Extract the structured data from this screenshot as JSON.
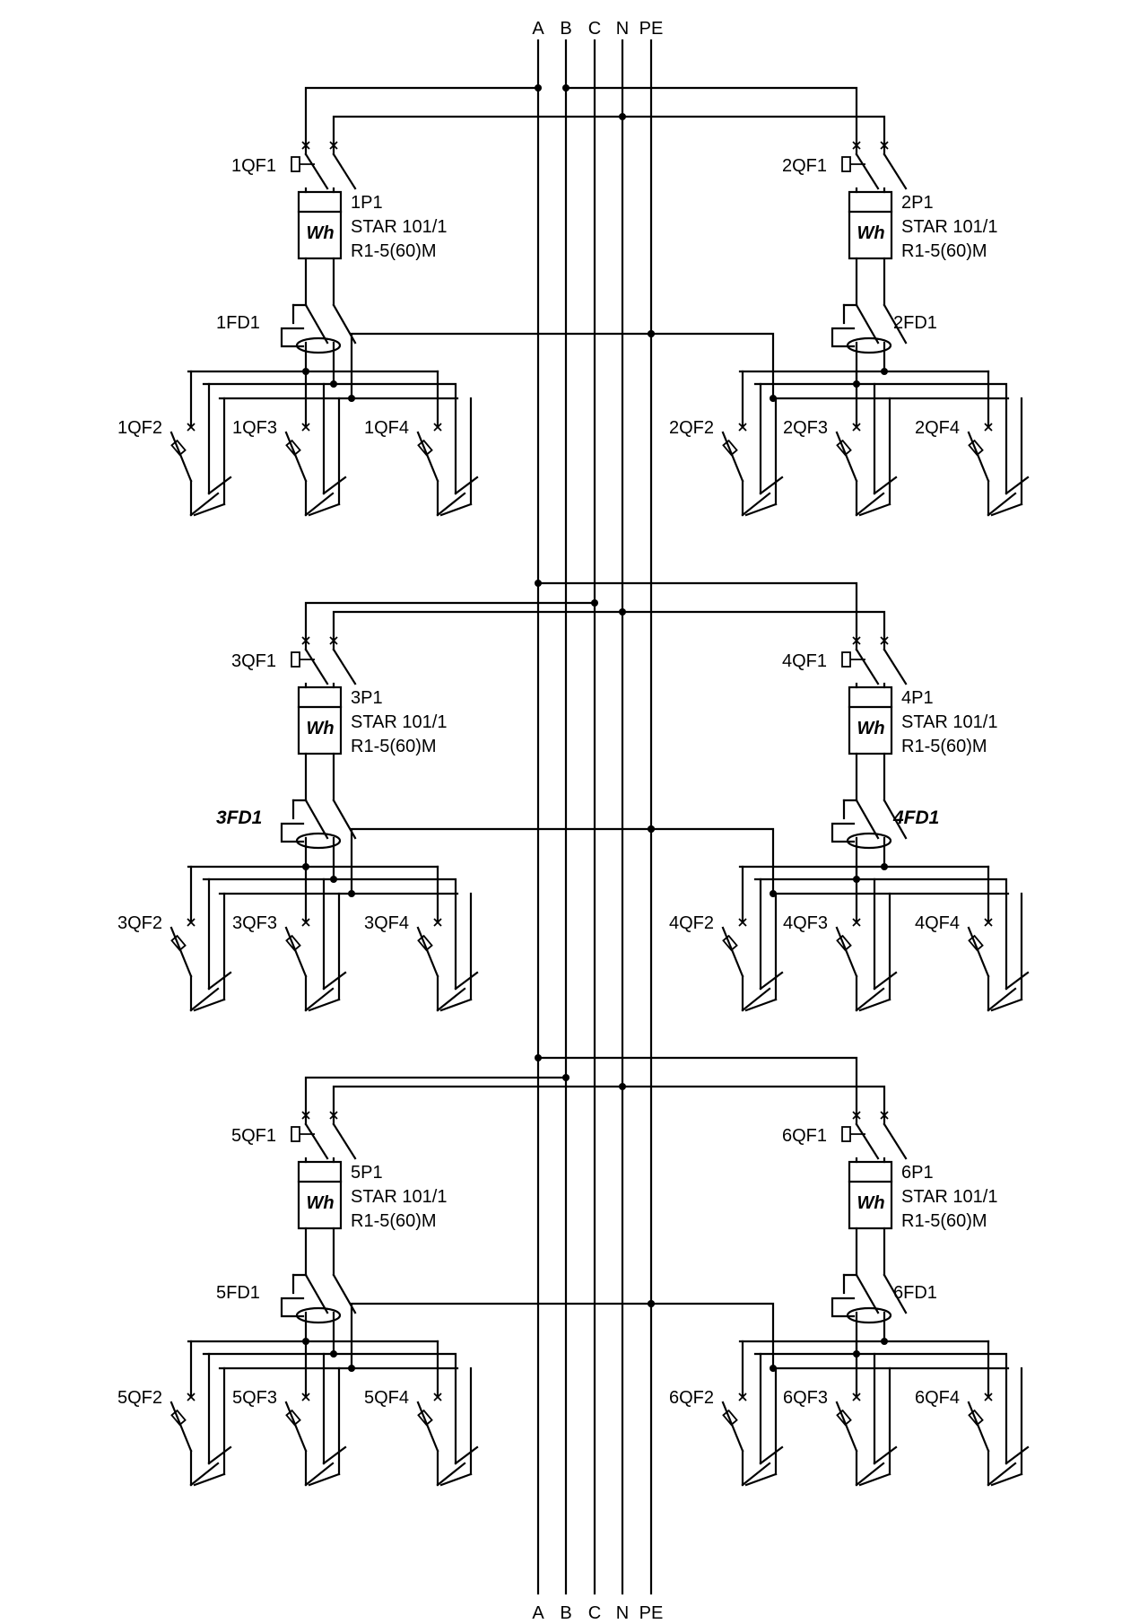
{
  "bus_labels": [
    "A",
    "B",
    "C",
    "N",
    "PE"
  ],
  "groups": [
    {
      "left": {
        "input_breaker": "1QF1",
        "meter": {
          "id": "1P1",
          "model": "STAR 101/1",
          "rating": "R1-5(60)M",
          "symbol": "Wh"
        },
        "rcd": "1FD1",
        "rcd_italic": false,
        "outgoing": [
          "1QF2",
          "1QF3",
          "1QF4"
        ]
      },
      "right": {
        "input_breaker": "2QF1",
        "meter": {
          "id": "2P1",
          "model": "STAR 101/1",
          "rating": "R1-5(60)M",
          "symbol": "Wh"
        },
        "rcd": "2FD1",
        "rcd_italic": false,
        "outgoing": [
          "2QF2",
          "2QF3",
          "2QF4"
        ]
      }
    },
    {
      "left": {
        "input_breaker": "3QF1",
        "meter": {
          "id": "3P1",
          "model": "STAR 101/1",
          "rating": "R1-5(60)M",
          "symbol": "Wh"
        },
        "rcd": "3FD1",
        "rcd_italic": true,
        "outgoing": [
          "3QF2",
          "3QF3",
          "3QF4"
        ]
      },
      "right": {
        "input_breaker": "4QF1",
        "meter": {
          "id": "4P1",
          "model": "STAR 101/1",
          "rating": "R1-5(60)M",
          "symbol": "Wh"
        },
        "rcd": "4FD1",
        "rcd_italic": true,
        "outgoing": [
          "4QF2",
          "4QF3",
          "4QF4"
        ]
      }
    },
    {
      "left": {
        "input_breaker": "5QF1",
        "meter": {
          "id": "5P1",
          "model": "STAR 101/1",
          "rating": "R1-5(60)M",
          "symbol": "Wh"
        },
        "rcd": "5FD1",
        "rcd_italic": false,
        "outgoing": [
          "5QF2",
          "5QF3",
          "5QF4"
        ]
      },
      "right": {
        "input_breaker": "6QF1",
        "meter": {
          "id": "6P1",
          "model": "STAR 101/1",
          "rating": "R1-5(60)M",
          "symbol": "Wh"
        },
        "rcd": "6FD1",
        "rcd_italic": false,
        "outgoing": [
          "6QF2",
          "6QF3",
          "6QF4"
        ]
      }
    }
  ]
}
